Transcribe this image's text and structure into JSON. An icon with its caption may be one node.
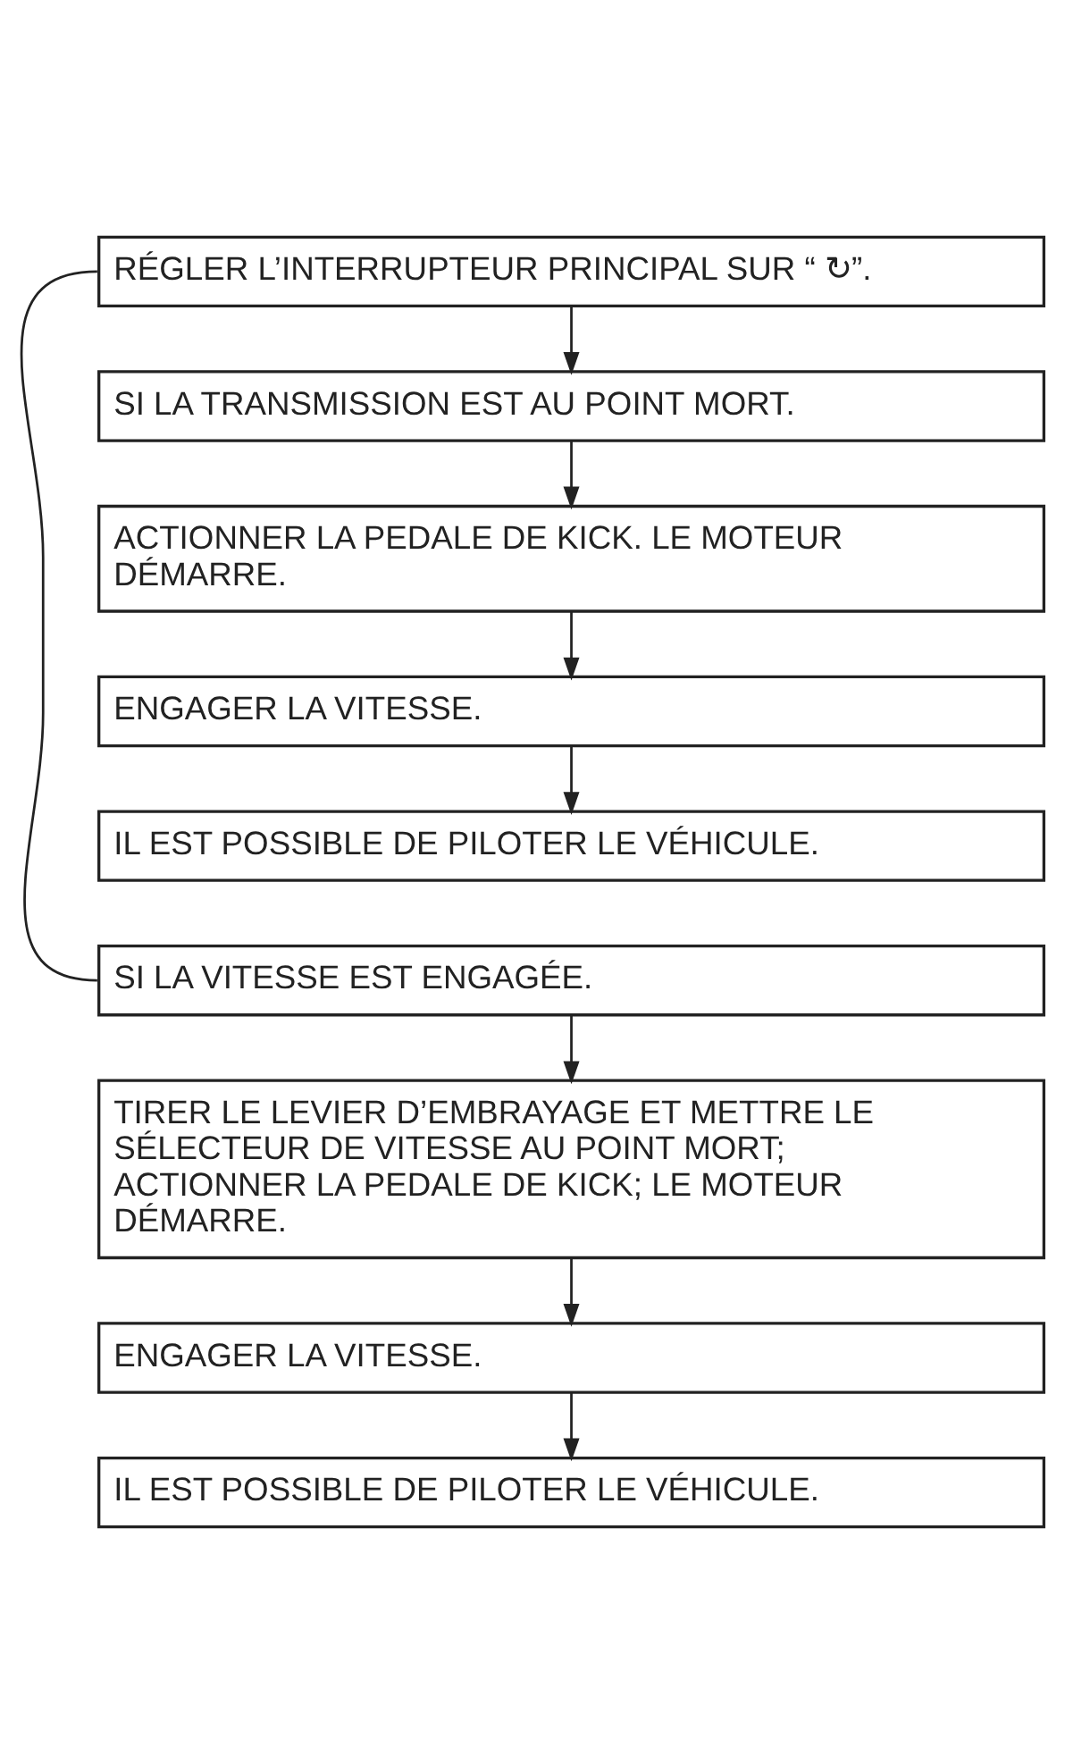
{
  "diagram": {
    "nodes": [
      {
        "text": [
          "RÉGLER L’INTERRUPTEUR PRINCIPAL SUR “ ↻”."
        ]
      },
      {
        "text": [
          "SI LA TRANSMISSION EST AU POINT MORT."
        ]
      },
      {
        "text": [
          "ACTIONNER LA PEDALE DE KICK. LE MOTEUR DÉMARRE."
        ]
      },
      {
        "text": [
          "ENGAGER LA VITESSE."
        ]
      },
      {
        "text": [
          "IL EST POSSIBLE DE PILOTER LE VÉHICULE."
        ]
      },
      {
        "text": [
          "SI LA VITESSE EST ENGAGÉE."
        ]
      },
      {
        "text": [
          "TIRER LE LEVIER D’EMBRAYAGE ET METTRE LE SÉLECTEUR DE VITESSE AU POINT MORT; ACTIONNER LA PEDALE DE KICK; LE MOTEUR DÉMARRE."
        ]
      },
      {
        "text": [
          "ENGAGER LA VITESSE."
        ]
      },
      {
        "text": [
          "IL EST POSSIBLE DE PILOTER LE VÉHICULE."
        ]
      }
    ],
    "edges": [
      {
        "from": 0,
        "to": 5,
        "arrow": "none"
      },
      {
        "from": 0,
        "to": 1,
        "arrow": "to"
      },
      {
        "from": 1,
        "to": 2,
        "arrow": "to"
      },
      {
        "from": 2,
        "to": 3,
        "arrow": "to"
      },
      {
        "from": 3,
        "to": 4,
        "arrow": "to"
      },
      {
        "from": 5,
        "to": 6,
        "arrow": "to"
      },
      {
        "from": 6,
        "to": 7,
        "arrow": "to"
      },
      {
        "from": 7,
        "to": 8,
        "arrow": "to"
      }
    ]
  }
}
